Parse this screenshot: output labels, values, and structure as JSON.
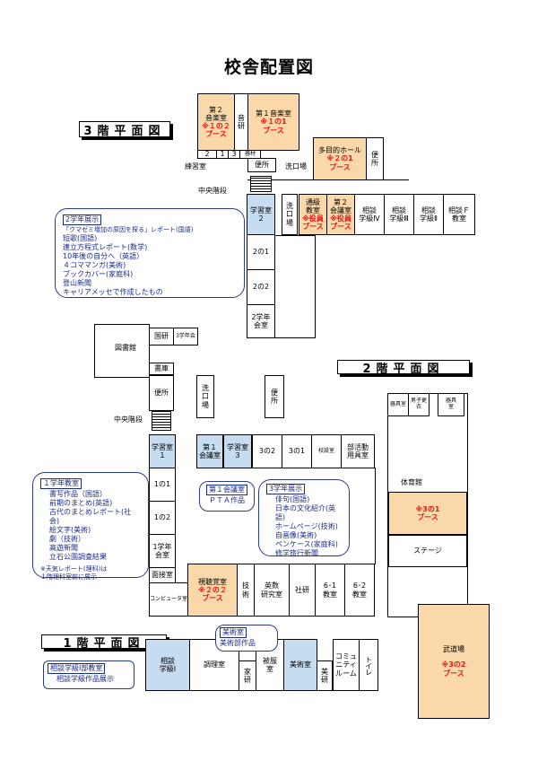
{
  "title": "校舎配置図",
  "floors": {
    "f3": "3階平面図",
    "f2": "2階平面図",
    "f1": "1階平面図"
  },
  "third_floor": {
    "music2": "第２\n音楽室",
    "music2_booth": "※１の２\nブース",
    "music_prep": "音\n研",
    "music1": "第１音楽室",
    "music1_booth": "※１の1\nブース",
    "practice_nums": [
      "2",
      "1",
      "3"
    ],
    "practice_small": "器材",
    "practice_room": "練習室",
    "toilet": "便所",
    "wash": "洗口場",
    "multipurpose": "多目的ホール",
    "multipurpose_booth": "※２の1\nブース",
    "toilet2": "便\n所",
    "central_stairs": "中央階段",
    "study2": "学習室\n２",
    "wash2": "洗\n口\n場",
    "tsukyu": "通級\n教室",
    "tsukyu_booth": "※役員\nブース",
    "conf2": "第２\n会議室",
    "conf2_booth": "※役員\nブース",
    "classrooms": [
      "相談\n学級Ⅳ",
      "相談\n学級Ⅲ",
      "相談\n学級Ⅱ",
      "相談Ｆ\n教室"
    ],
    "r2_1": "2の1",
    "r2_2": "2の2",
    "r2_office": "2学年\n会室"
  },
  "grade2_exhibit": {
    "title": "2学年展示",
    "items": [
      "「クマゼミ増加の原因を探る」レポート(国語)",
      "短歌(国語)",
      "連立方程式レポート(数学)",
      "10年後の自分へ（英語）",
      "４コママンガ(美術)",
      "ブックカバー(家庭科)",
      "登山新聞",
      "キャリアメッセで作成したもの"
    ]
  },
  "second_floor": {
    "library": "図書館",
    "kokken": "国研",
    "grade3_office_small": "3学年会",
    "shoko": "書庫",
    "toilet": "便所",
    "wash": "洗\n口\n場",
    "toilet2": "便\n所",
    "central_stairs": "中央階段",
    "study1": "学習室\n１",
    "conf1": "第１\n会議室",
    "study3": "学習室\n３",
    "r3_2": "3の2",
    "r3_1": "3の1",
    "kyozai": "校設室",
    "club": "部活動\n用具室",
    "r1_1": "1の1",
    "r1_2": "1の2",
    "r1_office": "1学年\n会室",
    "interview": "面接室",
    "computer": "コンピュータ室",
    "av": "視聴覚室",
    "av_booth": "※２の２\nブース",
    "genko": "技\n術",
    "eisu": "英数\n研究室",
    "shaken": "社研",
    "r6_1": "6･1\n教室",
    "r6_2": "6･2\n教室",
    "gym": "体育館",
    "gym_booth": "※3の1\nブース",
    "stage": "ステージ",
    "gym_small1": "器具室",
    "gym_small2": "男子更衣",
    "gym_small3": "器具\n室"
  },
  "grade1_exhibit": {
    "title": "１学年教室",
    "items": [
      "書写作品（国語）",
      "前期のまとめ(英語)",
      "古代のまとめレポート(社会)",
      "絵文字(美術)",
      "劇（技術）",
      "高遊新聞",
      "立石公園調査結果"
    ],
    "note": "※天気レポート(理科)は\n１階理科室前に展示"
  },
  "conf1_exhibit": {
    "title": "第１会議室",
    "body": "ＰＴＡ作品"
  },
  "grade3_exhibit": {
    "title": "3学年展示",
    "items": [
      "俳句(国語)",
      "日本の文化紹介(英語)",
      "ホームページ(技術)",
      "自画像(美術)",
      "ペンケース(家庭科)",
      "修学旅行新聞"
    ]
  },
  "first_floor": {
    "sodan": "相談\n学級Ⅰ",
    "cooking": "調理室",
    "kaken": "家\n研",
    "hifuku": "被服\n室",
    "art": "美術室",
    "art_prep": "美\n研",
    "community": "コミュ\nニティ\nルーム",
    "toilet": "トイレ",
    "budo": "武道場",
    "budo_booth": "※3の2\nブース"
  },
  "art_exhibit": {
    "title": "美術室",
    "body": "美術部作品"
  },
  "sodan_exhibit": {
    "title": "相談学級Ⅰ部教室",
    "body": "相談学級作品展示"
  }
}
